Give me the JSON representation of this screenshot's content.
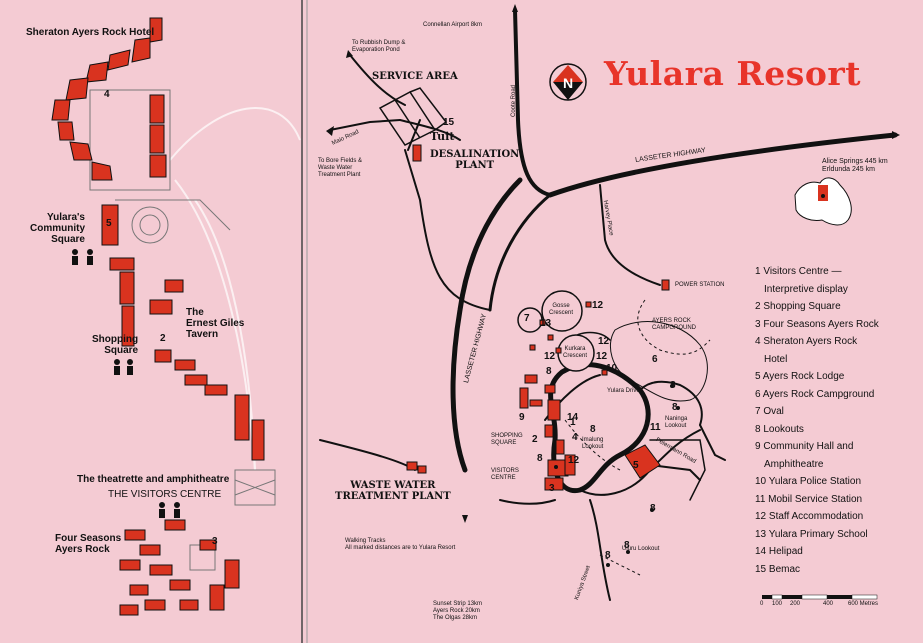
{
  "title": "Yulara Resort",
  "colors": {
    "background": "#f4cbd3",
    "buildings": "#d9331f",
    "roads": "#111111",
    "title": "#e8342a"
  },
  "left_panel": {
    "sheraton": "Sheraton Ayers Rock Hotel",
    "community": [
      "Yulara's",
      "Community",
      "Square"
    ],
    "ernest": [
      "The",
      "Ernest Giles",
      "Tavern"
    ],
    "shopping": [
      "Shopping",
      "Square"
    ],
    "theatrette": "The theatrette and amphitheatre",
    "visitors": "THE VISITORS CENTRE",
    "four_seasons": [
      "Four Seasons",
      "Ayers Rock"
    ],
    "nums": {
      "n4": "4",
      "n5": "5",
      "n2": "2",
      "n3": "3"
    }
  },
  "right_panel": {
    "airport": "Connellan Airport 8km",
    "rubbish": [
      "To Rubbish Dump &",
      "Evaporation Pond"
    ],
    "service_area": "SERVICE AREA",
    "maio": "Maio Road",
    "bore": [
      "To Bore Fields &",
      "Waste Water",
      "Treatment Plant"
    ],
    "tuit": "Tuit",
    "num15": "15",
    "desal": [
      "DESALINATION",
      "PLANT"
    ],
    "coote": "Coote Road",
    "lasseter_top": "LASSETER   HIGHWAY",
    "alice": [
      "Alice Springs 445 km",
      "Erldunda 245 km"
    ],
    "harvey": "Harvey Place",
    "power": "POWER STATION",
    "lasseter_left": "LASSETER   HIGHWAY",
    "gosse": [
      "Gosse",
      "Crescent"
    ],
    "kurkara": [
      "Kurkara",
      "Crescent"
    ],
    "campground": [
      "AYERS ROCK",
      "CAMPGROUND"
    ],
    "yulara_drive": "Yulara Drive",
    "petermann": "Petermann Road",
    "naninga": [
      "Naninga",
      "Lookout"
    ],
    "imalung": [
      "Imalung",
      "Lookout"
    ],
    "shopping_sq": [
      "SHOPPING",
      "SQUARE"
    ],
    "visitors_c": [
      "VISITORS",
      "CENTRE"
    ],
    "uluru": "Uluru Lookout",
    "kuniya": "Kuniya Street",
    "waste": [
      "WASTE WATER",
      "TREATMENT PLANT"
    ],
    "walking": [
      "Walking Tracks",
      "All marked distances are to Yulara Resort"
    ],
    "sunset": [
      "Sunset Strip 13km",
      "Ayers Rock 20km",
      "The Olgas 28km"
    ],
    "compass": "N",
    "scale": [
      "0",
      "100",
      "200",
      "400",
      "600 Metres"
    ],
    "markers": [
      "7",
      "13",
      "12",
      "12",
      "1",
      "12",
      "12",
      "8",
      "10",
      "6",
      "8",
      "8",
      "11",
      "9",
      "14",
      "8",
      "2",
      "8",
      "5",
      "8",
      "8",
      "8",
      "3",
      "4",
      "12"
    ]
  },
  "legend": [
    "1 Visitors Centre —",
    "Interpretive display",
    "2 Shopping Square",
    "3 Four Seasons Ayers Rock",
    "4 Sheraton Ayers Rock",
    "Hotel",
    "5 Ayers Rock Lodge",
    "6 Ayers Rock Campground",
    "7 Oval",
    "8 Lookouts",
    "9 Community Hall and",
    "Amphitheatre",
    "10 Yulara Police Station",
    "11 Mobil Service Station",
    "12 Staff Accommodation",
    "13 Yulara Primary School",
    "14 Helipad",
    "15 Bemac"
  ]
}
